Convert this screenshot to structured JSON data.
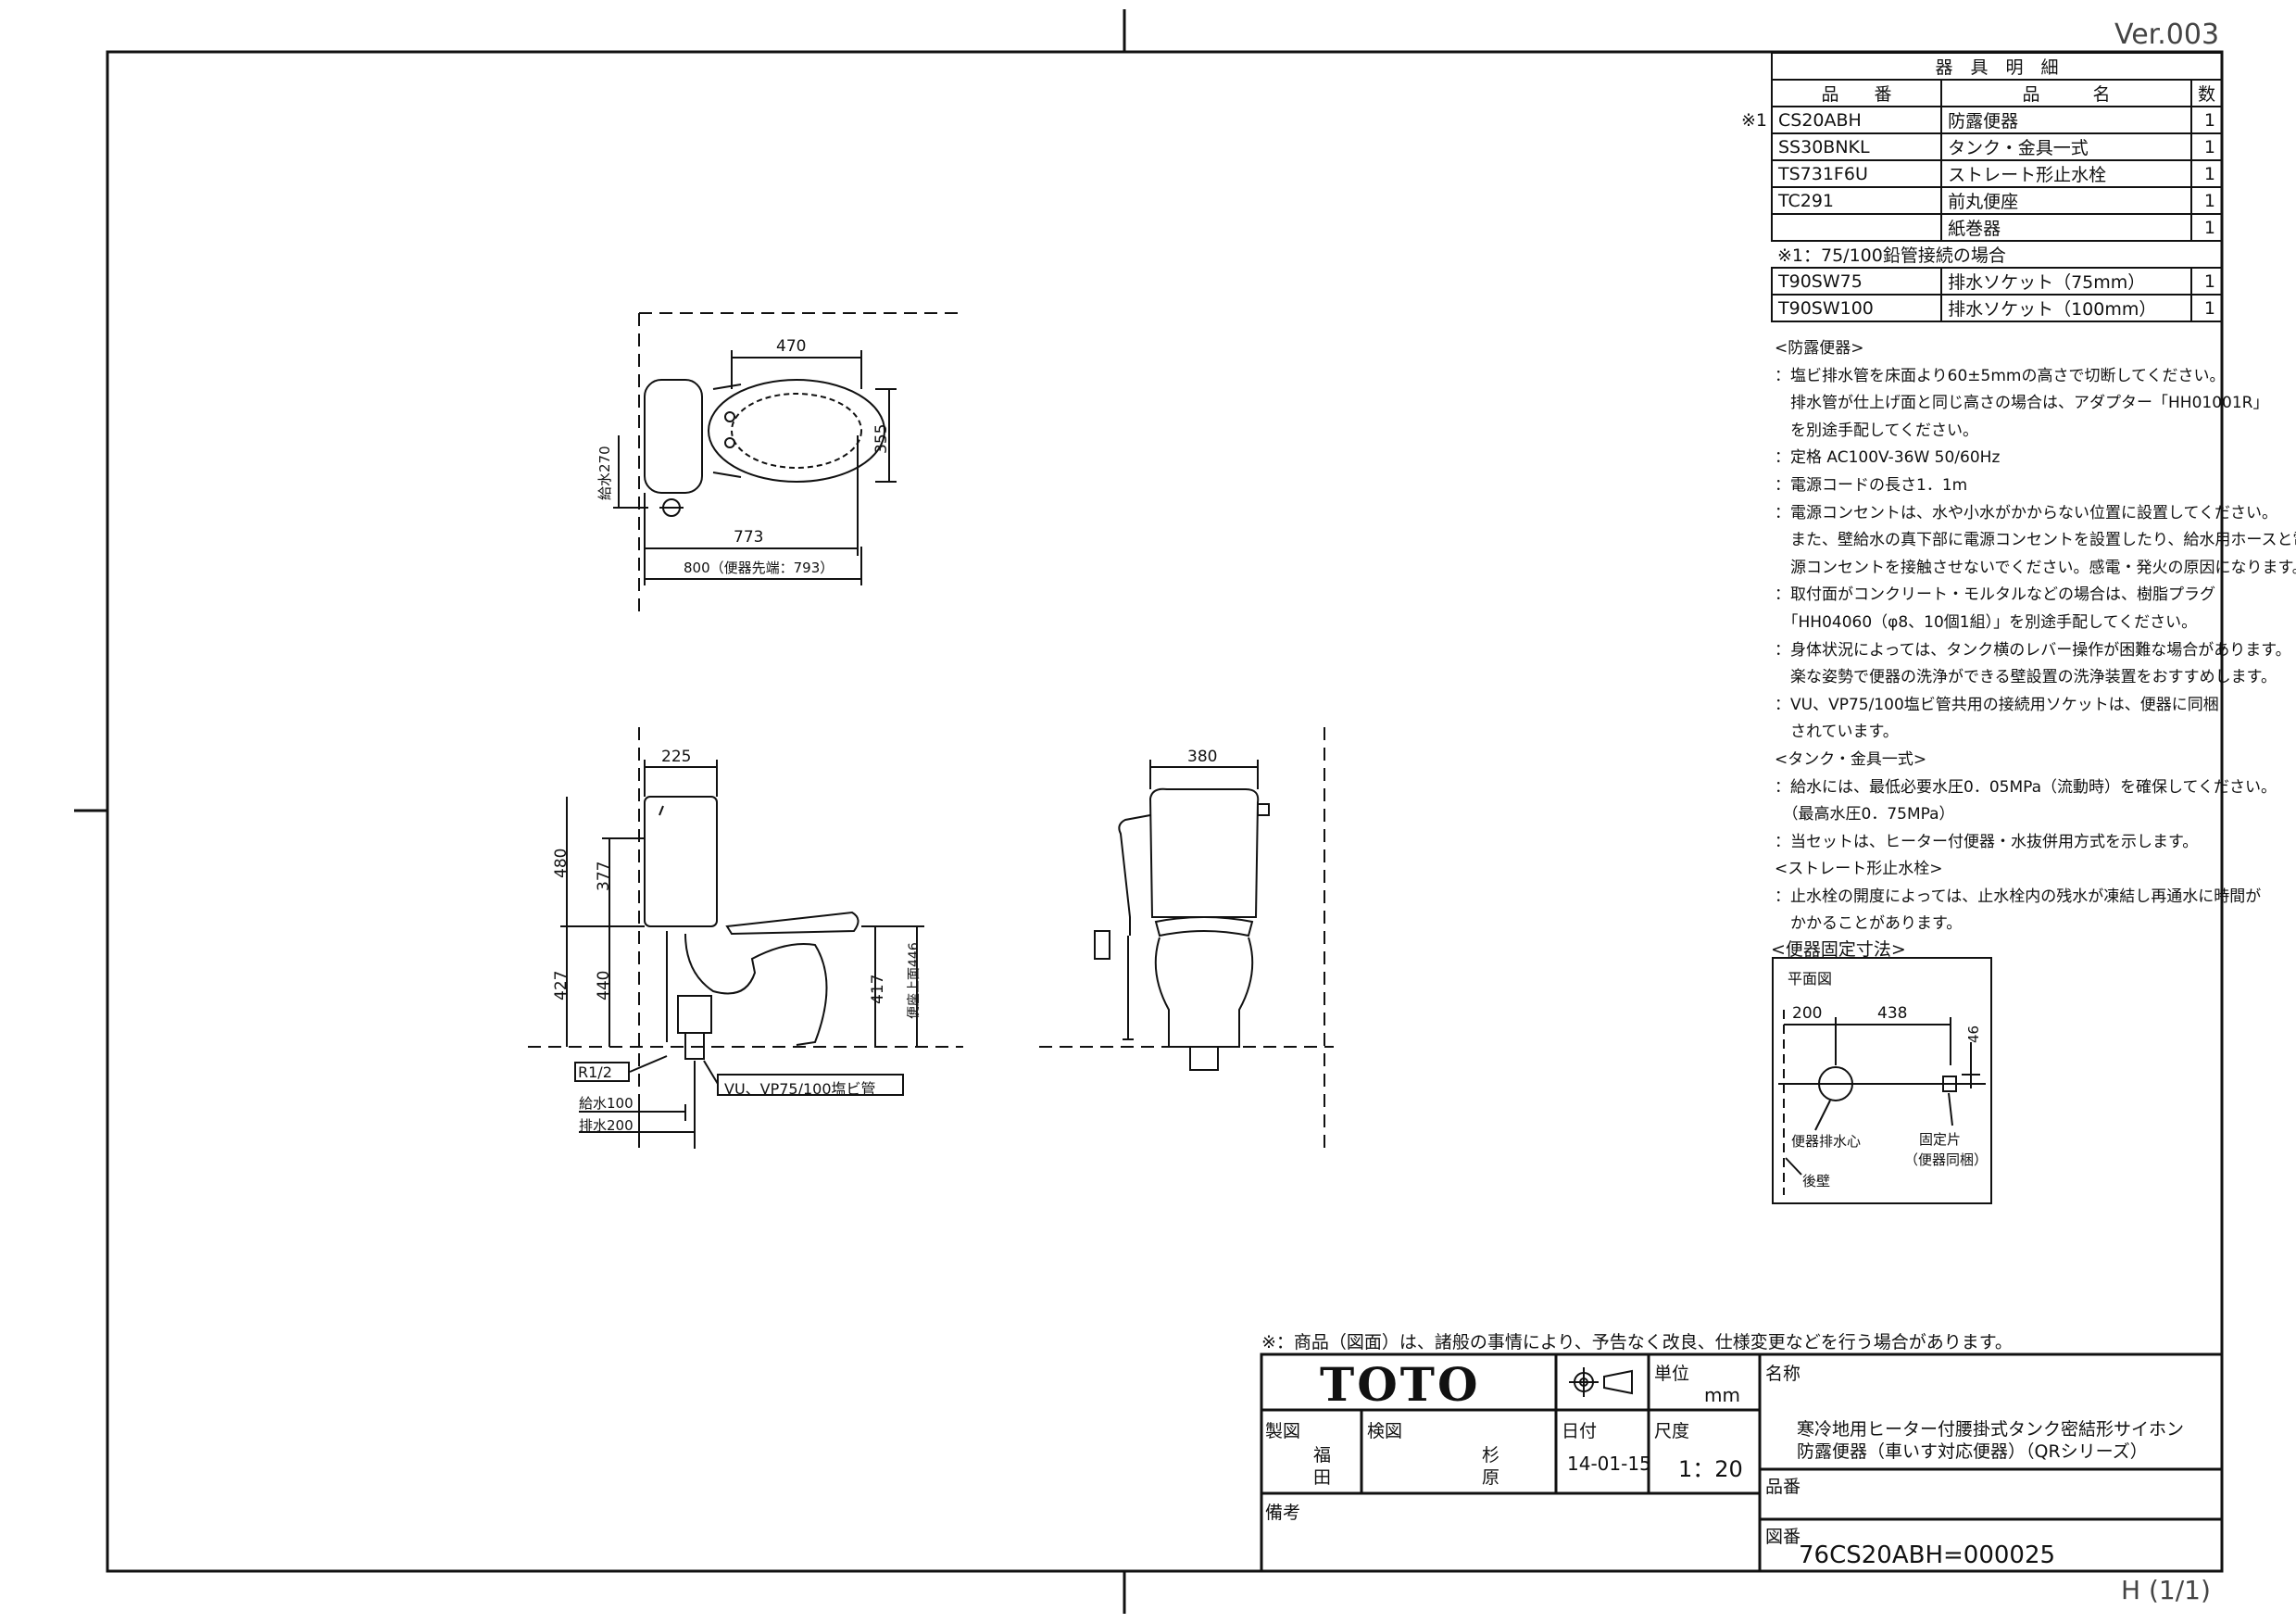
{
  "header": {
    "version": "Ver.003",
    "sheet": "H (1/1)"
  },
  "parts_table": {
    "title": "器　具　明　細",
    "col_code": "品　　番",
    "col_name": "品　　　名",
    "col_qty": "数",
    "rows": [
      {
        "mark": "※1",
        "code": "CS20ABH",
        "name": "防露便器",
        "qty": "1"
      },
      {
        "mark": "",
        "code": "SS30BNKL",
        "name": "タンク・金具一式",
        "qty": "1"
      },
      {
        "mark": "",
        "code": "TS731F6U",
        "name": "ストレート形止水栓",
        "qty": "1"
      },
      {
        "mark": "",
        "code": "TC291",
        "name": "前丸便座",
        "qty": "1"
      },
      {
        "mark": "",
        "code": "",
        "name": "紙巻器",
        "qty": "1"
      }
    ],
    "sub_title": "※1：75/100鉛管接続の場合",
    "sub_rows": [
      {
        "code": "T90SW75",
        "name": "排水ソケット（75mm）",
        "qty": "1"
      },
      {
        "code": "T90SW100",
        "name": "排水ソケット（100mm）",
        "qty": "1"
      }
    ]
  },
  "notes": [
    "<防露便器>",
    "：塩ビ排水管を床面より60±5mmの高さで切断してください。",
    "　排水管が仕上げ面と同じ高さの場合は、アダプター「HH01001R」",
    "　を別途手配してください。",
    "：定格 AC100V-36W 50/60Hz",
    "：電源コードの長さ1．1m",
    "：電源コンセントは、水や小水がかからない位置に設置してください。",
    "　また、壁給水の真下部に電源コンセントを設置したり、給水用ホースと電",
    "　源コンセントを接触させないでください。感電・発火の原因になります。",
    "：取付面がコンクリート・モルタルなどの場合は、樹脂プラグ",
    "　「HH04060（φ8、10個1組）」を別途手配してください。",
    "：身体状況によっては、タンク横のレバー操作が困難な場合があります。",
    "　楽な姿勢で便器の洗浄ができる壁設置の洗浄装置をおすすめします。",
    "：VU、VP75/100塩ビ管共用の接続用ソケットは、便器に同梱",
    "　されています。",
    "<タンク・金具一式>",
    "：給水には、最低必要水圧0．05MPa（流動時）を確保してください。",
    "　（最高水圧0．75MPa）",
    "：当セットは、ヒーター付便器・水抜併用方式を示します。",
    "<ストレート形止水栓>",
    "：止水栓の開度によっては、止水栓内の残水が凍結し再通水に時間が",
    "　かかることがあります。"
  ],
  "fixing_box": {
    "title": "<便器固定寸法>",
    "plan_label": "平面図",
    "dim_a": "200",
    "dim_b": "438",
    "dim_c": "46",
    "label_center": "便器排水心",
    "label_wall": "後壁",
    "label_fix1": "固定片",
    "label_fix2": "（便器同梱）"
  },
  "plan_view": {
    "dim_width": "470",
    "dim_depth": "355",
    "dim_supply": "給水270",
    "dim_773": "773",
    "dim_800": "800（便器先端：793）"
  },
  "side_view": {
    "dim_225": "225",
    "dim_480": "480",
    "dim_377": "377",
    "dim_427": "427",
    "dim_440": "440",
    "dim_417": "417",
    "dim_seat": "便座上面446",
    "label_r12": "R1/2",
    "label_pipe": "VU、VP75/100塩ビ管",
    "label_supply100": "給水100",
    "label_drain200": "排水200"
  },
  "front_view": {
    "dim_380": "380"
  },
  "disclaimer": "※：商品（図面）は、諸般の事情により、予告なく改良、仕様変更などを行う場合があります。",
  "title_block": {
    "brand": "TOTO",
    "unit_label": "単位",
    "unit_value": "mm",
    "name_label": "名称",
    "product_line1": "寒冷地用ヒーター付腰掛式タンク密結形サイホン",
    "product_line2": "防露便器（車いす対応便器）（QRシリーズ）",
    "drawn_label": "製図",
    "drawn_by1": "福",
    "drawn_by2": "田",
    "checked_label": "検図",
    "checked_by1": "杉",
    "checked_by2": "原",
    "date_label": "日付",
    "date_value": "14-01-15",
    "scale_label": "尺度",
    "scale_value": "1：20",
    "part_no_label": "品番",
    "remarks_label": "備考",
    "drawing_no_label": "図番",
    "drawing_no_value": "76CS20ABH=000025"
  }
}
